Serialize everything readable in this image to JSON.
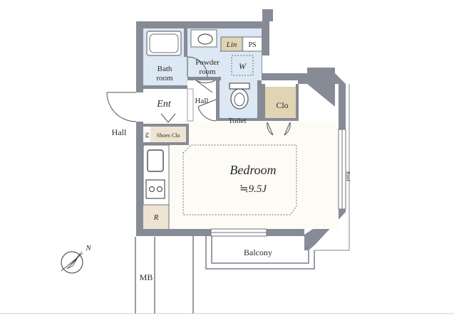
{
  "rooms": {
    "bath_line1": "Bath",
    "bath_line2": "room",
    "powder_line1": "Powder",
    "powder_line2": "room",
    "lin": "Lin",
    "ps_top": "PS",
    "w": "W",
    "ent": "Ent",
    "hall_inner": "Hall",
    "toilet": "Toilet",
    "clo": "Clo",
    "ps_side": "PS",
    "shoes_clo": "Shoes Clo",
    "bedroom": "Bedroom",
    "bedroom_area": "≒9.5J",
    "r": "R",
    "balcony": "Balcony",
    "roof": "Roof",
    "mb": "MB",
    "hall_outer": "Hall",
    "compass_n": "N"
  },
  "colors": {
    "wall": "#878b96",
    "wet_area": "#dce8f3",
    "storage": "#efe4d2",
    "floor": "#fdfbf5",
    "clo": "#e0d4b3",
    "lin": "#e0d4b3"
  }
}
